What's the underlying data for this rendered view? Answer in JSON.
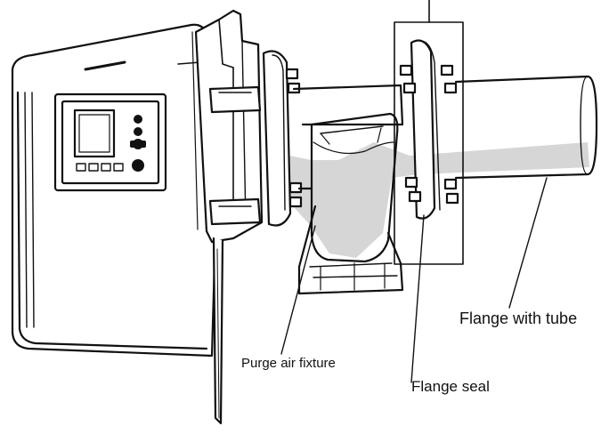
{
  "diagram": {
    "labels": {
      "flange_with_tube": "Flange with tube",
      "purge_air_fixture": "Purge air fixture",
      "flange_seal": "Flange seal"
    },
    "colors": {
      "line": "#111111",
      "shade": "#d6d6d6",
      "background": "#ffffff"
    }
  }
}
